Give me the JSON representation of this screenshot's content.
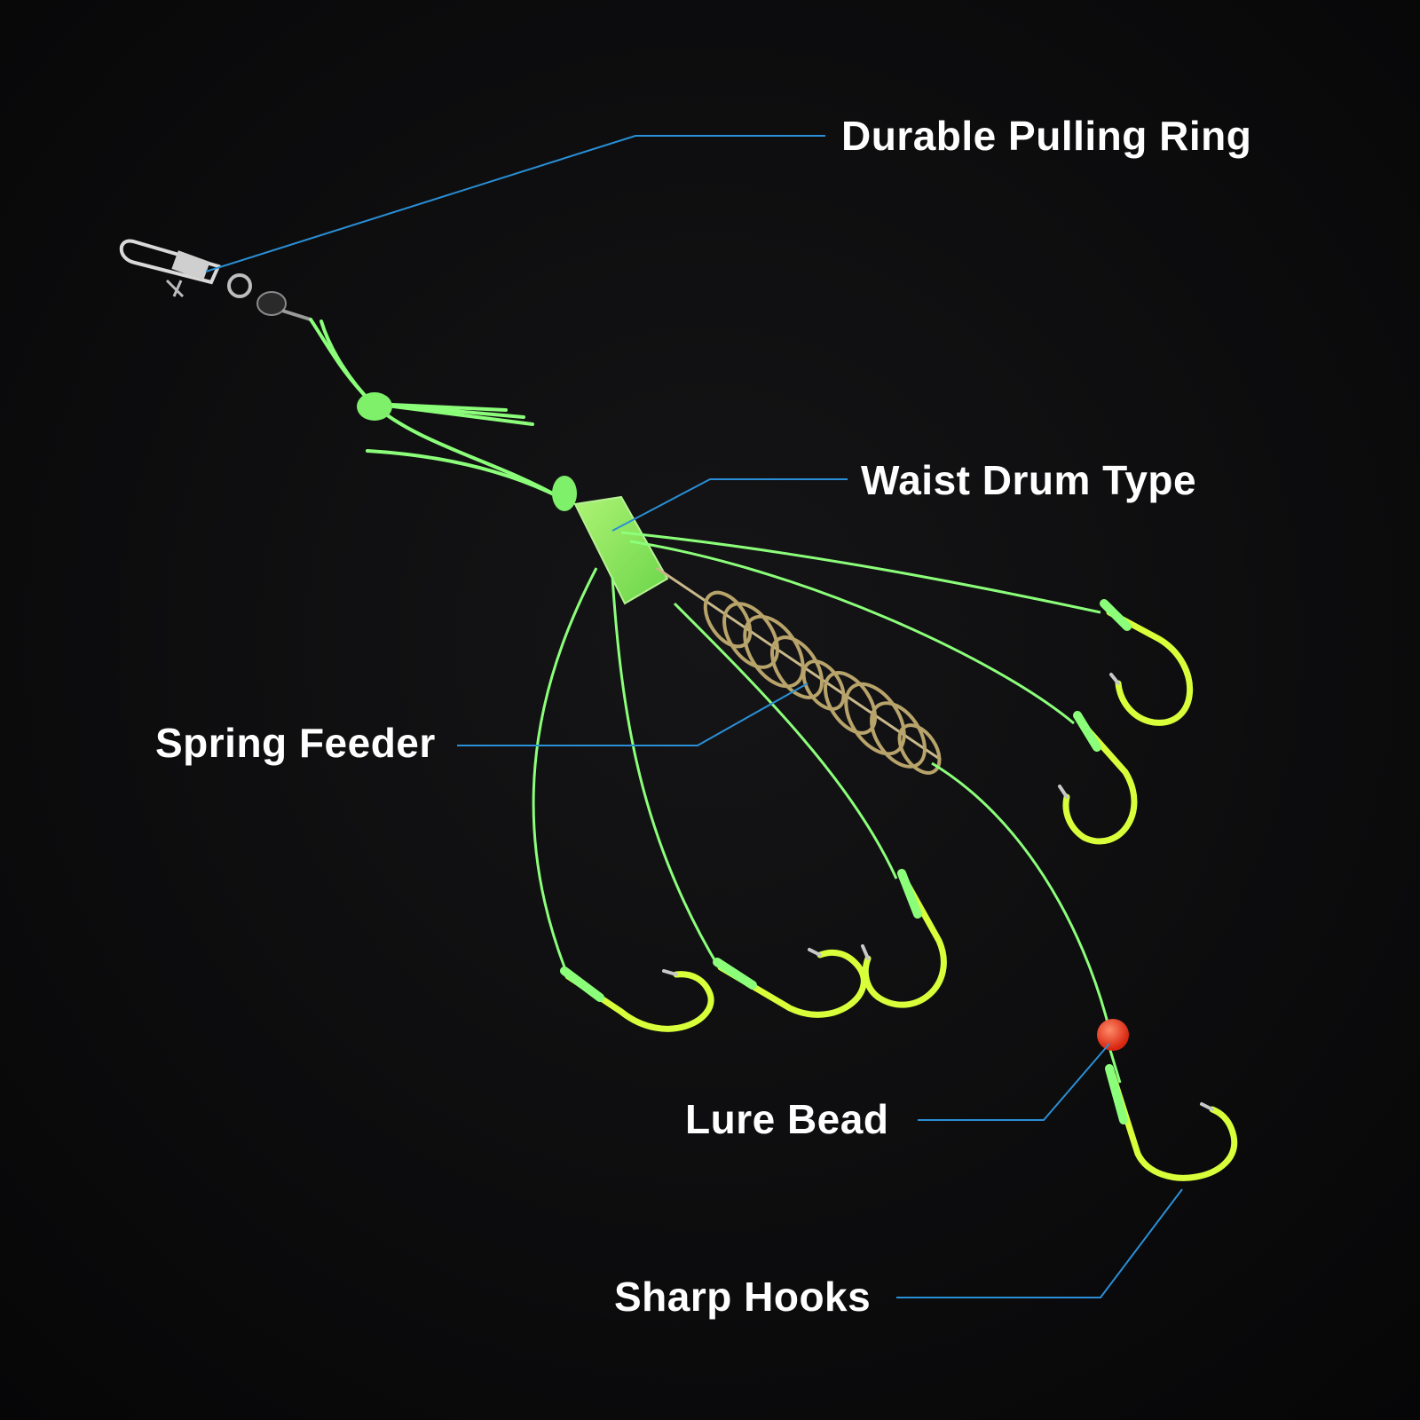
{
  "callouts": {
    "pulling_ring": "Durable Pulling Ring",
    "waist_drum": "Waist Drum Type",
    "spring_feeder": "Spring Feeder",
    "lure_bead": "Lure Bead",
    "sharp_hooks": "Sharp Hooks"
  },
  "colors": {
    "background": "#0b0b0c",
    "leader_line": "#2a8fd6",
    "fishing_line": "#8cff7a",
    "hook": "#d8ff3a",
    "bead": "#e8331c",
    "spring": "#b8a46a",
    "label_text": "#ffffff"
  },
  "icons": {
    "swivel": "snap-swivel-icon",
    "spring": "spring-feeder-icon",
    "hook": "fish-hook-icon"
  }
}
